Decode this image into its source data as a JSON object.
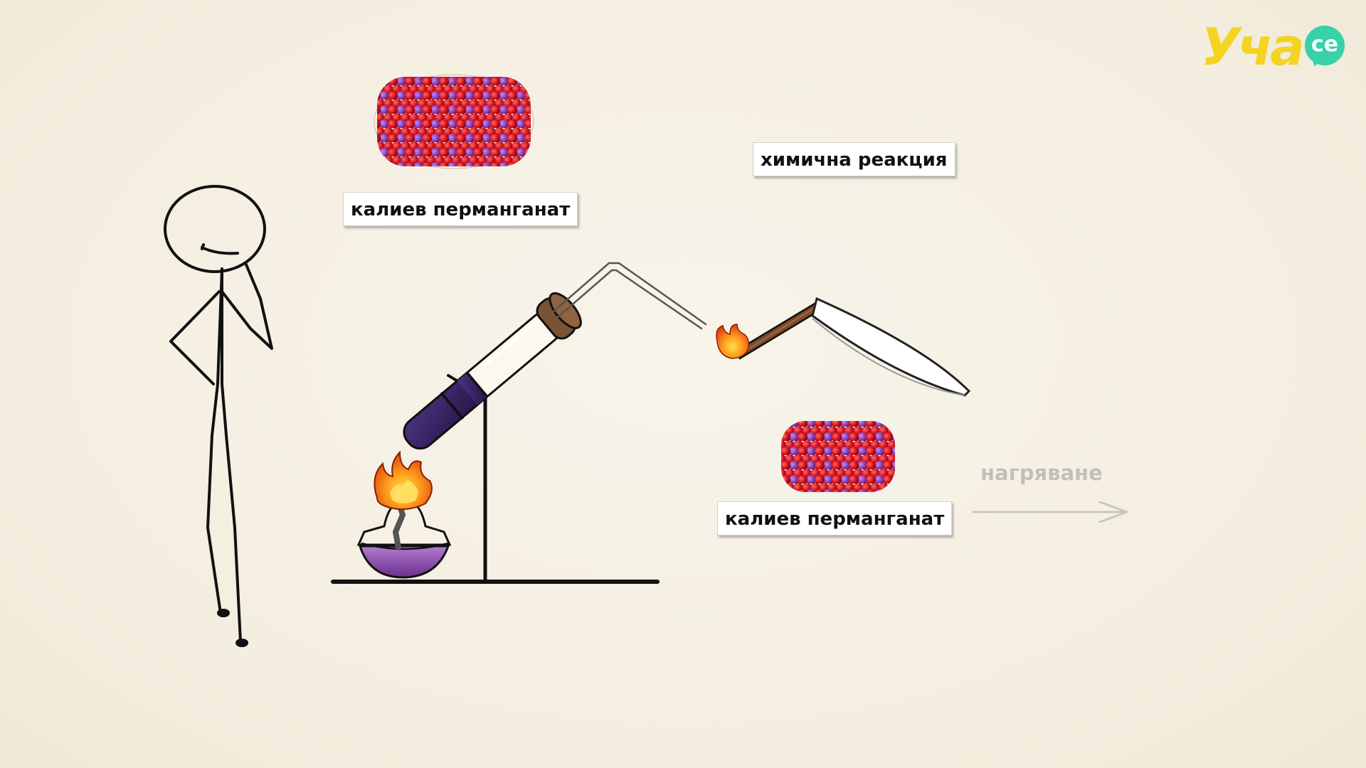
{
  "labels": {
    "kmno4_top": "калиев перманганат",
    "reaction": "химична реакция",
    "kmno4_bottom": "калиев перманганат",
    "heating": "нагряване"
  },
  "logo": {
    "text": "Уча",
    "bubble": "се"
  },
  "colors": {
    "background": "#f6f1e4",
    "atom_oxygen": "#d4141e",
    "atom_manganese_potassium": "#8a3fb0",
    "substance": "#3a2466",
    "flame": "#f07a1a",
    "logo_yellow": "#f4d321",
    "logo_green": "#37d2a8",
    "heating_text": "#c2bfb8"
  },
  "icons": {
    "molecules": "crystal-lattice-icon",
    "person": "stick-figure-icon",
    "burner": "alcohol-burner-icon",
    "tube": "test-tube-icon",
    "splint": "glowing-splint-icon"
  }
}
